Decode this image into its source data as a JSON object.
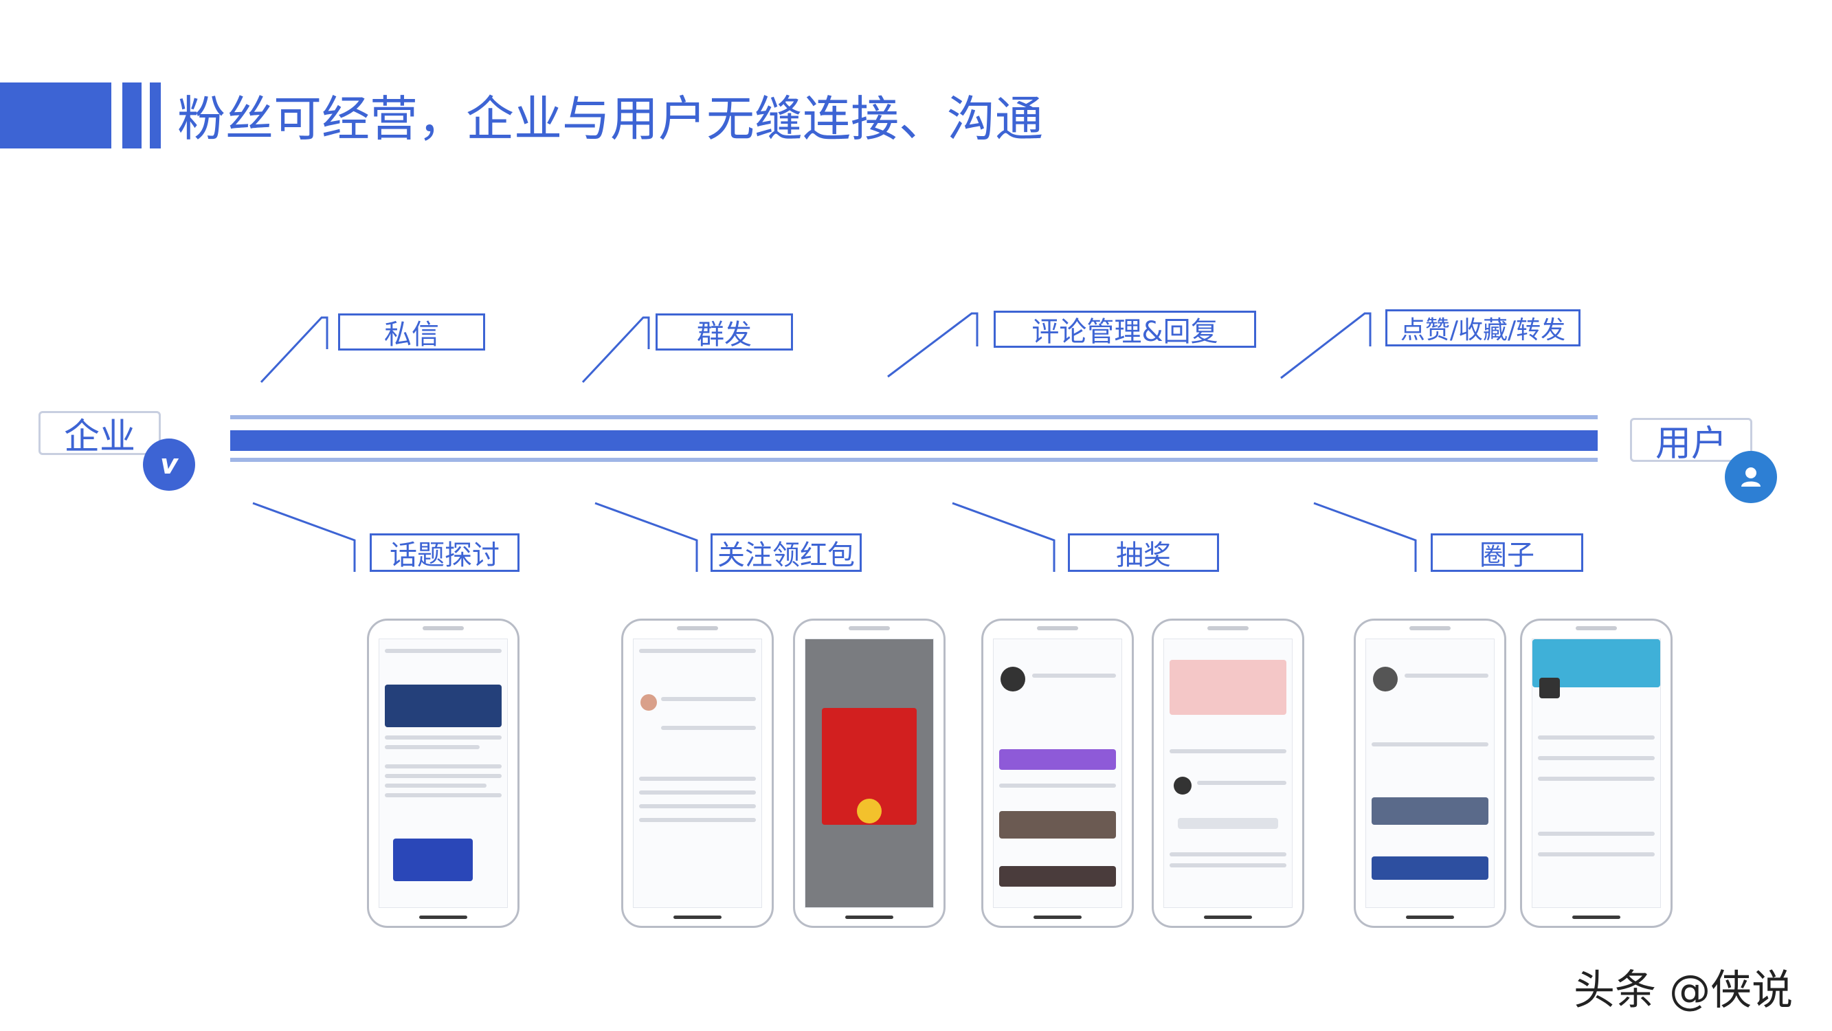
{
  "header": {
    "title": "粉丝可经营，企业与用户无缝连接、沟通"
  },
  "timeline": {
    "start_label": "企业",
    "end_label": "用户",
    "start_badge": "v"
  },
  "features_top": [
    "私信",
    "群发",
    "评论管理&回复",
    "点赞/收藏/转发"
  ],
  "features_bottom": [
    "话题探讨",
    "关注领红包",
    "抽奖",
    "圈子"
  ],
  "watermark": "头条 @侠说",
  "colors": {
    "accent": "#3d64d4",
    "accent_light": "#9fb5e6",
    "user_badge": "#2d7fd4"
  }
}
